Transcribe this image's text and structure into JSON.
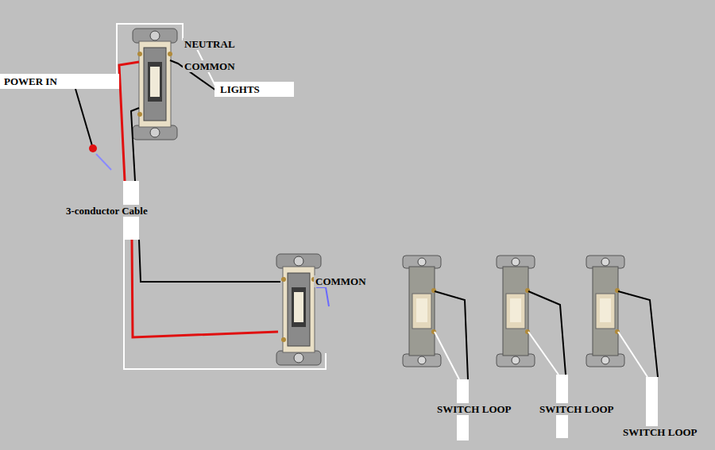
{
  "diagram": {
    "nodes": [
      {
        "text": [
          "POWER IN"
        ]
      },
      {
        "text": [
          "LIGHTS"
        ]
      }
    ],
    "labels": [
      "NEUTRAL",
      "COMMON",
      "3-conductor Cable",
      "COMMON",
      "SWITCH LOOP",
      "SWITCH LOOP",
      "SWITCH LOOP"
    ]
  }
}
